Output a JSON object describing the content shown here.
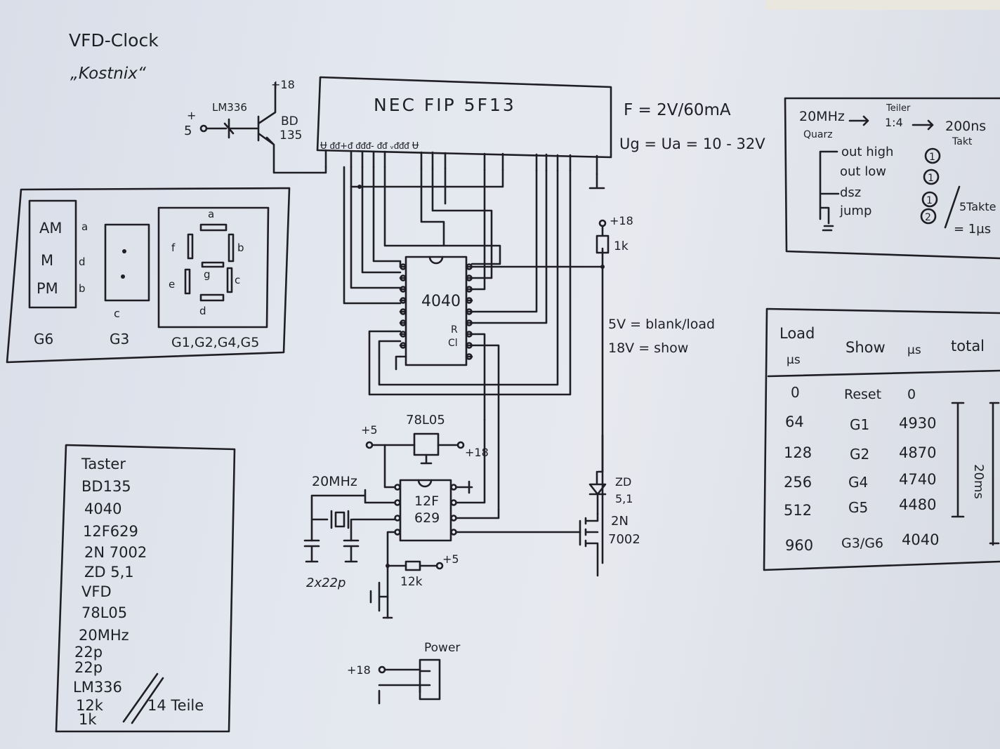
{
  "title": "VFD-Clock",
  "subtitle": "„Kostnix“",
  "colors": {
    "paper": "#e3e7ef",
    "ink": "#1f1f26",
    "table_bg": "#6f6f72"
  },
  "vfd": {
    "name": "NEC FIP 5F13",
    "spec_f": "F = 2V/60mA",
    "spec_u": "Ug = Ua = 10 - 32V"
  },
  "supply": {
    "v18_top": "+18",
    "plus": "+",
    "five": "5",
    "lm": "LM336",
    "bd": "BD",
    "bd_num": "135",
    "v18_r": "+18",
    "r1k": "1k",
    "blank": "5V = blank/load",
    "show": "18V = show"
  },
  "chips": {
    "c4040": "4040",
    "pin_r": "R",
    "pin_cl": "Cl",
    "pic_a": "12F",
    "pic_b": "629",
    "reg": "78L05",
    "reg_in": "+18",
    "reg_out": "+5",
    "xtal": "20MHz",
    "caps": "2x22p",
    "r12k": "12k",
    "btn_v": "+5",
    "zd_a": "ZD",
    "zd_b": "5,1",
    "fet_a": "2N",
    "fet_b": "7002",
    "power": "Power",
    "power_v": "+18"
  },
  "digits": {
    "am": "AM",
    "m": "M",
    "pm": "PM",
    "pa": "a",
    "pd": "d",
    "pb": "b",
    "a": "a",
    "b": "b",
    "c": "c",
    "d": "d",
    "e": "e",
    "f": "f",
    "g": "g",
    "g6": "G6",
    "g3": "G3",
    "c3": "c",
    "g1245": "G1,G2,G4,G5"
  },
  "parts": {
    "items": [
      "Taster",
      "BD135",
      "4040",
      "12F629",
      "2N 7002",
      "ZD 5,1",
      "VFD",
      "78L05",
      "20MHz",
      "22p",
      "22p",
      "LM336",
      "12k",
      "1k"
    ],
    "count": "14 Teile"
  },
  "timing": {
    "line1_a": "20MHz",
    "line1_b": "Teiler",
    "line1_c": "1:4",
    "line1_d": "200ns",
    "line2_a": "Quarz",
    "line2_b": "Takt",
    "rows": [
      {
        "label": "out high",
        "n": "1"
      },
      {
        "label": "out low",
        "n": "1"
      },
      {
        "label": "dsz",
        "n": "1"
      },
      {
        "label": "jump",
        "n": "2"
      }
    ],
    "note_a": "5Takte",
    "note_b": "= 1µs"
  },
  "table": {
    "h_load": "Load",
    "h_load_u": "µs",
    "h_show": "Show",
    "h_show_u": "µs",
    "h_total": "total",
    "rows": [
      {
        "load": "0",
        "grid": "Reset",
        "show": "0"
      },
      {
        "load": "64",
        "grid": "G1",
        "show": "4930"
      },
      {
        "load": "128",
        "grid": "G2",
        "show": "4870"
      },
      {
        "load": "256",
        "grid": "G4",
        "show": "4740"
      },
      {
        "load": "512",
        "grid": "G5",
        "show": "4480"
      },
      {
        "load": "960",
        "grid": "G3/G6",
        "show": "4040"
      }
    ],
    "total": "20ms"
  }
}
